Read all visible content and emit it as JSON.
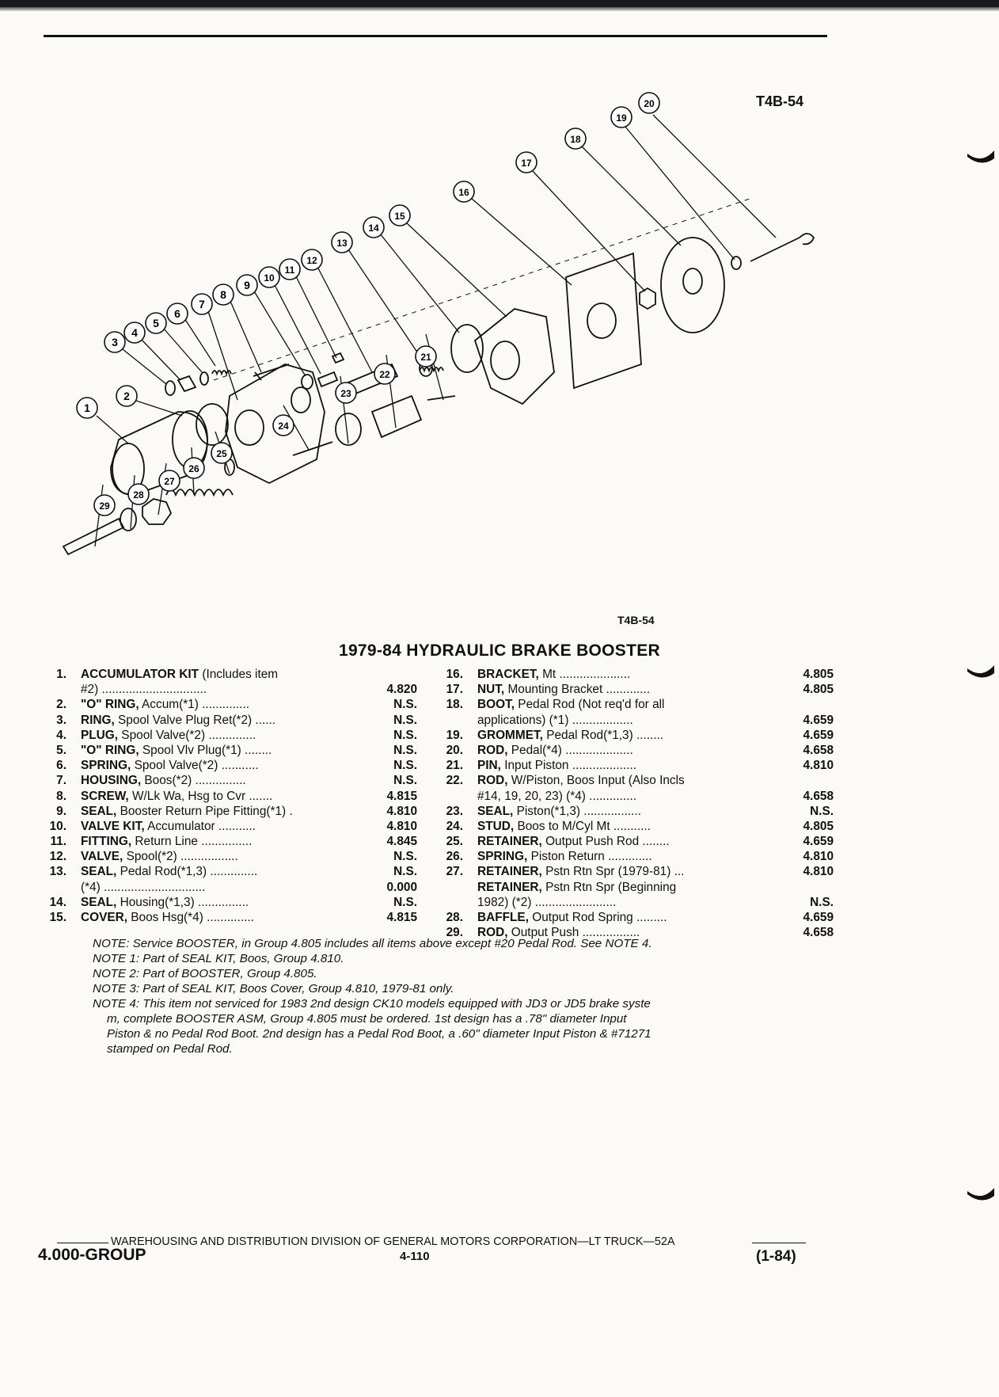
{
  "figure": {
    "tag_top": "T4B-54",
    "tag_bottom": "T4B-54",
    "callouts": [
      "1",
      "2",
      "3",
      "4",
      "5",
      "6",
      "7",
      "8",
      "9",
      "10",
      "11",
      "12",
      "13",
      "14",
      "15",
      "16",
      "17",
      "18",
      "19",
      "20",
      "21",
      "22",
      "23",
      "24",
      "25",
      "26",
      "27",
      "28",
      "29"
    ]
  },
  "title": "1979-84 HYDRAULIC BRAKE BOOSTER",
  "parts_left": [
    {
      "num": "1.",
      "name": "ACCUMULATOR KIT",
      "desc": " (Includes item",
      "group": ""
    },
    {
      "num": "",
      "name": "",
      "desc": "#2) ...............................",
      "group": "4.820"
    },
    {
      "num": "2.",
      "name": "\"O\" RING,",
      "desc": " Accum(*1) ..............",
      "group": "N.S."
    },
    {
      "num": "3.",
      "name": "RING,",
      "desc": " Spool Valve Plug Ret(*2) ......",
      "group": "N.S."
    },
    {
      "num": "4.",
      "name": "PLUG,",
      "desc": " Spool Valve(*2) ..............",
      "group": "N.S."
    },
    {
      "num": "5.",
      "name": "\"O\" RING,",
      "desc": " Spool Vlv Plug(*1) ........",
      "group": "N.S."
    },
    {
      "num": "6.",
      "name": "SPRING,",
      "desc": " Spool Valve(*2) ...........",
      "group": "N.S."
    },
    {
      "num": "7.",
      "name": "HOUSING,",
      "desc": " Boos(*2) ...............",
      "group": "N.S."
    },
    {
      "num": "8.",
      "name": "SCREW,",
      "desc": " W/Lk Wa, Hsg to Cvr .......",
      "group": "4.815"
    },
    {
      "num": "9.",
      "name": "SEAL,",
      "desc": " Booster Return Pipe Fitting(*1) .",
      "group": "4.810"
    },
    {
      "num": "10.",
      "name": "VALVE KIT,",
      "desc": " Accumulator ...........",
      "group": "4.810"
    },
    {
      "num": "11.",
      "name": "FITTING,",
      "desc": " Return Line ...............",
      "group": "4.845"
    },
    {
      "num": "12.",
      "name": "VALVE,",
      "desc": " Spool(*2) .................",
      "group": "N.S."
    },
    {
      "num": "13.",
      "name": "SEAL,",
      "desc": " Pedal Rod(*1,3) ..............",
      "group": "N.S."
    },
    {
      "num": "",
      "name": "",
      "desc": "(*4) ..............................",
      "group": "0.000"
    },
    {
      "num": "14.",
      "name": "SEAL,",
      "desc": " Housing(*1,3) ...............",
      "group": "N.S."
    },
    {
      "num": "15.",
      "name": "COVER,",
      "desc": " Boos Hsg(*4) ..............",
      "group": "4.815"
    }
  ],
  "parts_right": [
    {
      "num": "16.",
      "name": "BRACKET,",
      "desc": " Mt .....................",
      "group": "4.805"
    },
    {
      "num": "17.",
      "name": "NUT,",
      "desc": " Mounting Bracket .............",
      "group": "4.805"
    },
    {
      "num": "18.",
      "name": "BOOT,",
      "desc": " Pedal Rod (Not req'd for all",
      "group": ""
    },
    {
      "num": "",
      "name": "",
      "desc": "applications) (*1) ..................",
      "group": "4.659"
    },
    {
      "num": "19.",
      "name": "GROMMET,",
      "desc": " Pedal Rod(*1,3) ........",
      "group": "4.659"
    },
    {
      "num": "20.",
      "name": "ROD,",
      "desc": " Pedal(*4) ....................",
      "group": "4.658"
    },
    {
      "num": "21.",
      "name": "PIN,",
      "desc": " Input Piston ...................",
      "group": "4.810"
    },
    {
      "num": "22.",
      "name": "ROD,",
      "desc": " W/Piston, Boos Input (Also Incls",
      "group": ""
    },
    {
      "num": "",
      "name": "",
      "desc": "#14, 19, 20, 23) (*4) ..............",
      "group": "4.658"
    },
    {
      "num": "23.",
      "name": "SEAL,",
      "desc": " Piston(*1,3) .................",
      "group": "N.S."
    },
    {
      "num": "24.",
      "name": "STUD,",
      "desc": " Boos to M/Cyl Mt ...........",
      "group": "4.805"
    },
    {
      "num": "25.",
      "name": "RETAINER,",
      "desc": " Output Push Rod ........",
      "group": "4.659"
    },
    {
      "num": "26.",
      "name": "SPRING,",
      "desc": " Piston Return .............",
      "group": "4.810"
    },
    {
      "num": "27.",
      "name": "RETAINER,",
      "desc": " Pstn Rtn Spr (1979-81) ...",
      "group": "4.810"
    },
    {
      "num": "",
      "name": "RETAINER,",
      "desc": " Pstn Rtn Spr (Beginning",
      "group": ""
    },
    {
      "num": "",
      "name": "",
      "desc": "1982) (*2) ........................",
      "group": "N.S."
    },
    {
      "num": "28.",
      "name": "BAFFLE,",
      "desc": " Output Rod Spring .........",
      "group": "4.659"
    },
    {
      "num": "29.",
      "name": "ROD,",
      "desc": " Output Push .................",
      "group": "4.658"
    }
  ],
  "notes": [
    {
      "text": "NOTE: Service BOOSTER, in Group 4.805 includes all items above except #20 Pedal Rod. See NOTE 4.",
      "indent": false
    },
    {
      "text": "NOTE 1: Part of SEAL KIT, Boos, Group 4.810.",
      "indent": false
    },
    {
      "text": "NOTE 2: Part of BOOSTER, Group 4.805.",
      "indent": false
    },
    {
      "text": "NOTE 3: Part of SEAL KIT, Boos Cover, Group 4.810, 1979-81 only.",
      "indent": false
    },
    {
      "text": "NOTE 4: This item not serviced for 1983 2nd design CK10 models equipped with JD3 or JD5 brake syste",
      "indent": false
    },
    {
      "text": "m, complete BOOSTER ASM, Group 4.805 must be ordered. 1st design has a .78\" diameter Input",
      "indent": true
    },
    {
      "text": "Piston & no Pedal Rod Boot. 2nd design has a Pedal Rod Boot, a .60\" diameter Input Piston & #71271",
      "indent": true
    },
    {
      "text": "stamped on Pedal Rod.",
      "indent": true
    }
  ],
  "footer": {
    "division": "WAREHOUSING AND DISTRIBUTION DIVISION OF GENERAL MOTORS CORPORATION—LT TRUCK—52A",
    "group": "4.000-GROUP",
    "page": "4-110",
    "date": "(1-84)"
  }
}
